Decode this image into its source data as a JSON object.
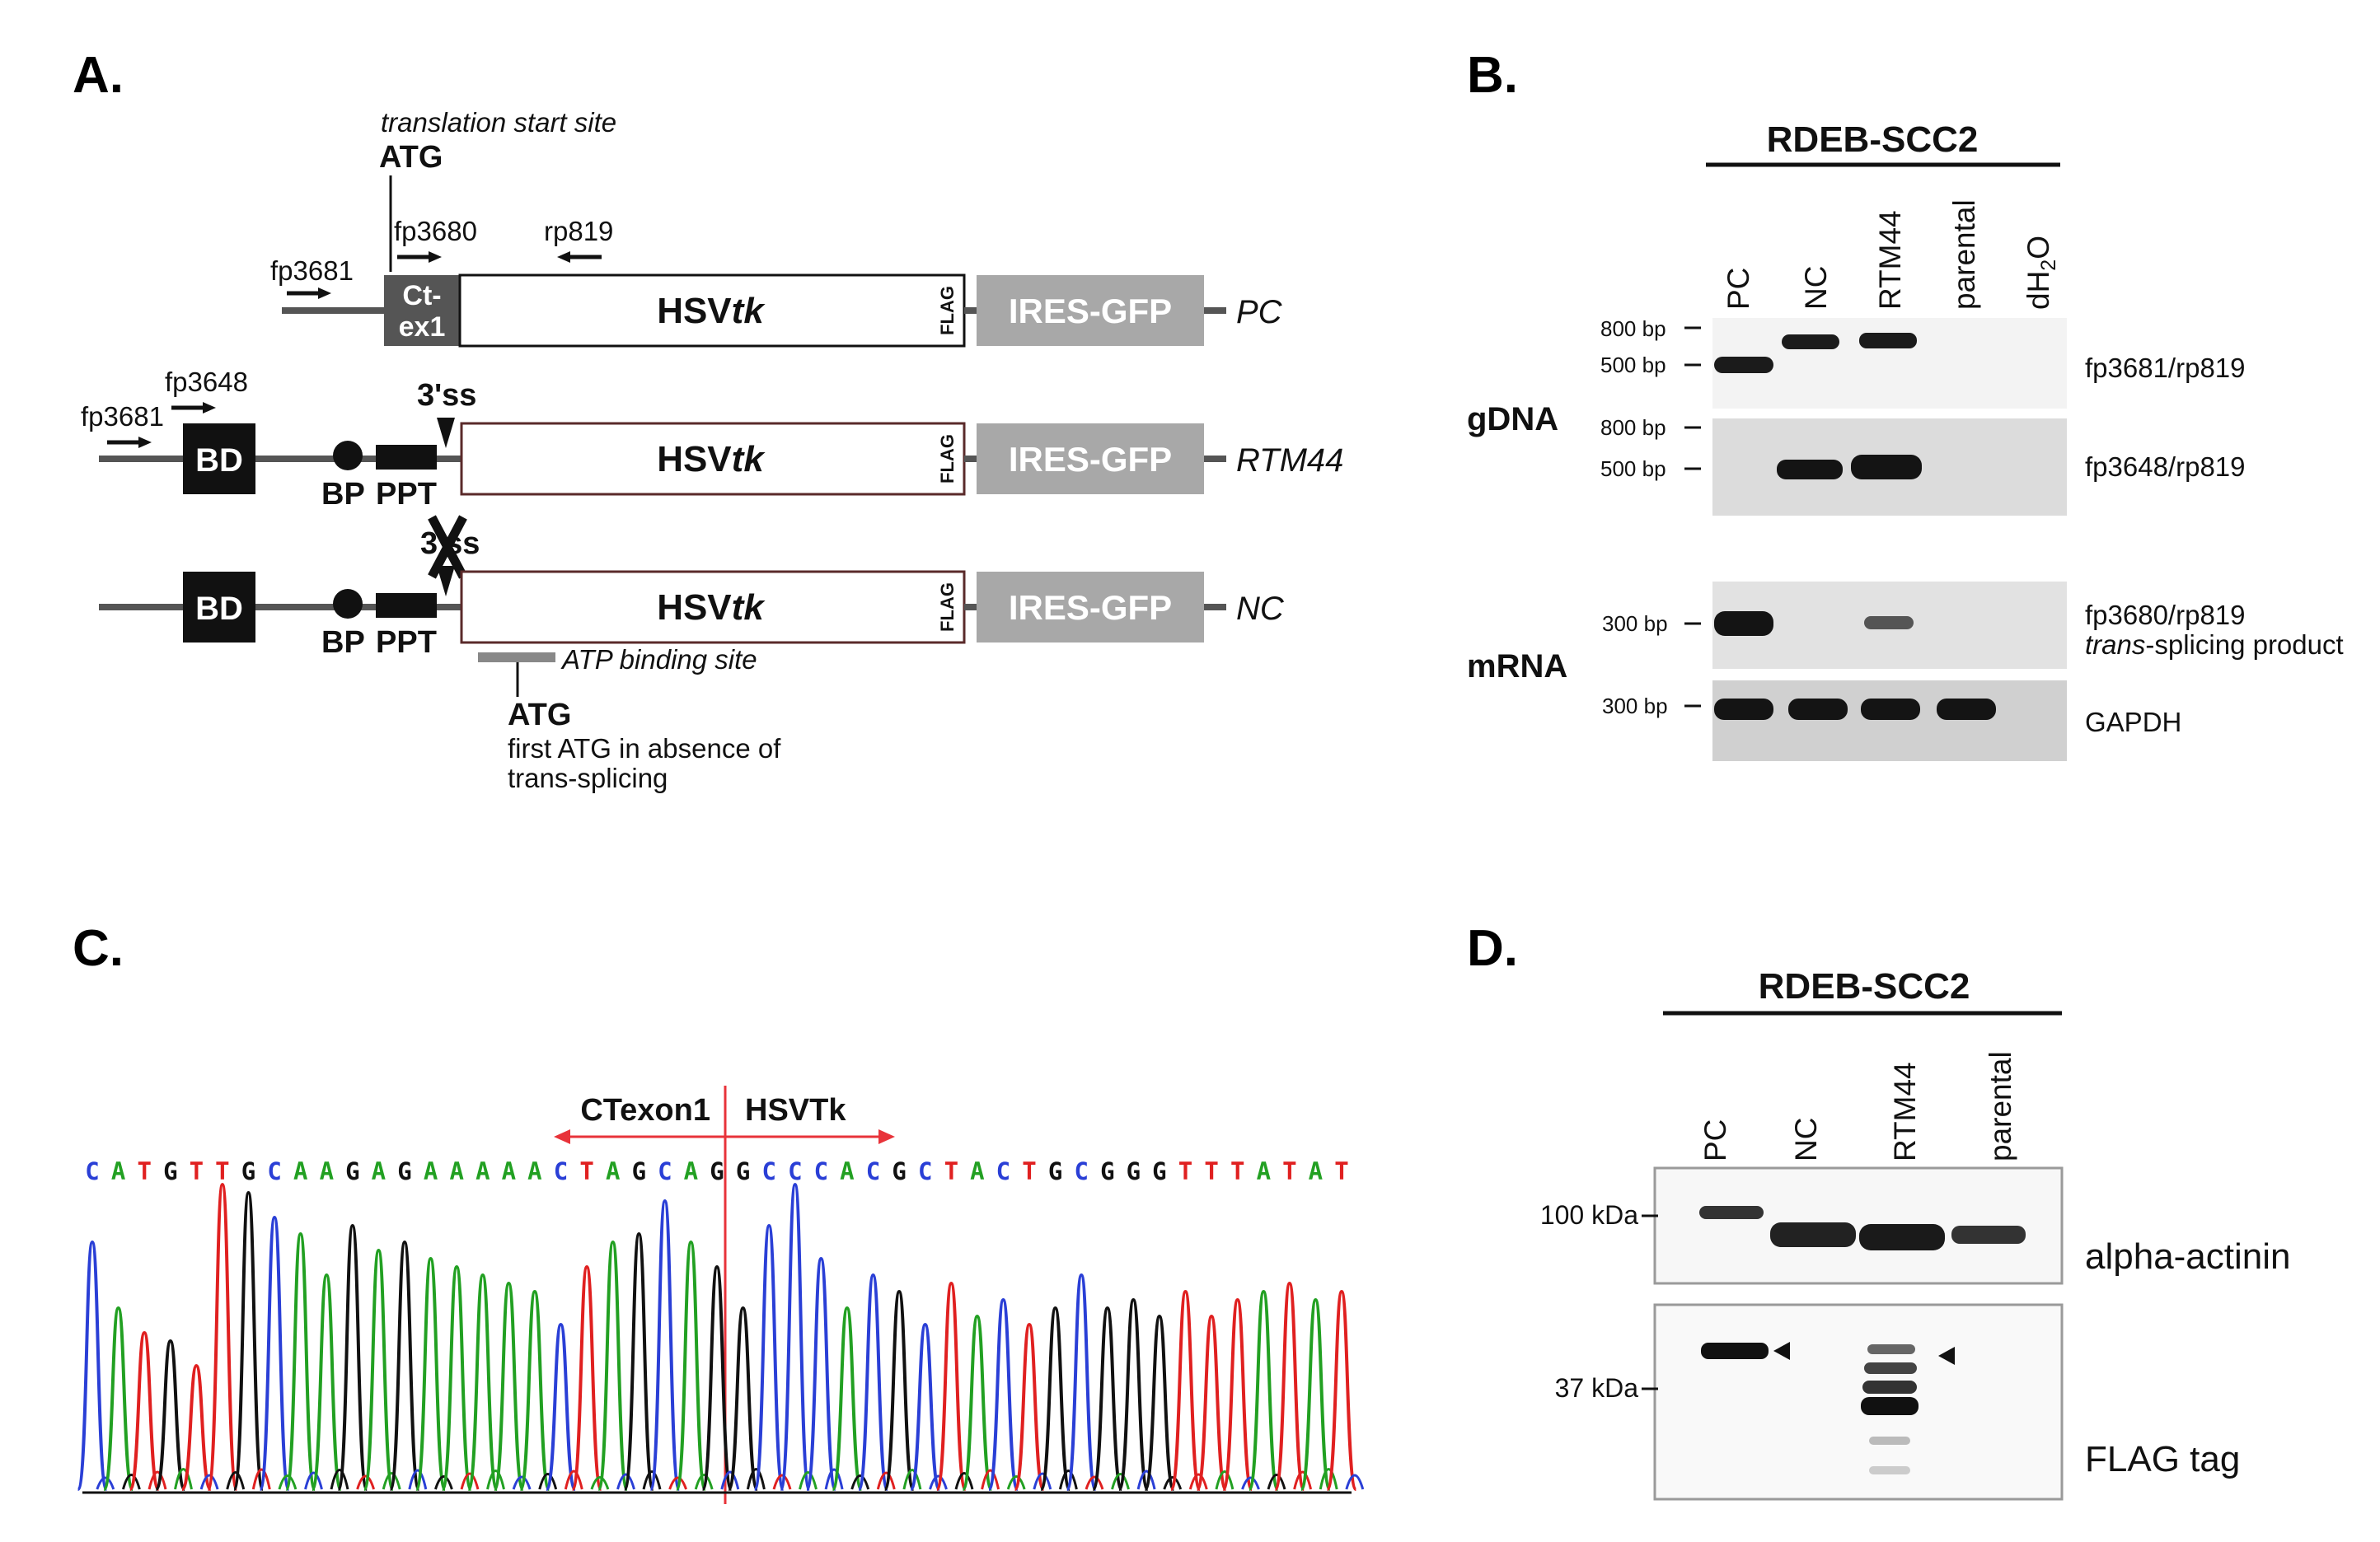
{
  "panels": {
    "A": "A.",
    "B": "B.",
    "C": "C.",
    "D": "D."
  },
  "panelA": {
    "translation_start_site": "translation start site",
    "atg_top": "ATG",
    "fp3681": "fp3681",
    "fp3680": "fp3680",
    "rp819": "rp819",
    "fp3648": "fp3648",
    "ct_ex1_line1": "Ct-",
    "ct_ex1_line2": "ex1",
    "hsv": "HSV",
    "tk": "tk",
    "flag": "FLAG",
    "ires_gfp": "IRES-GFP",
    "pc": "PC",
    "rtm44": "RTM44",
    "nc": "NC",
    "bd": "BD",
    "bp": "BP",
    "ppt": "PPT",
    "ss3": "3'ss",
    "atp_binding": "ATP binding site",
    "atg_bottom": "ATG",
    "first_atg_line1": "first ATG in absence of",
    "first_atg_line2": "trans-splicing"
  },
  "panelB": {
    "title": "RDEB-SCC2",
    "lanes": [
      "PC",
      "NC",
      "RTM44",
      "parental",
      "dH2O"
    ],
    "dh2o_main": "dH",
    "dh2o_sub": "2",
    "dh2o_end": "O",
    "gdna": "gDNA",
    "mrna": "mRNA",
    "m800": "800 bp",
    "m500": "500 bp",
    "m300": "300 bp",
    "primers1": "fp3681/rp819",
    "primers2": "fp3648/rp819",
    "primers3": "fp3680/rp819",
    "product_italic": "trans",
    "product_rest": "-splicing product",
    "gapdh": "GAPDH"
  },
  "panelC": {
    "ctexon1": "CTexon1",
    "hsvtk": "HSVTk",
    "sequence": "CATGTTGCAAGAGAAAAACTAGCAGGCCCACGCTACTGCGGGTTTATAT"
  },
  "panelD": {
    "title": "RDEB-SCC2",
    "lanes": [
      "PC",
      "NC",
      "RTM44",
      "parental"
    ],
    "kda100": "100 kDa",
    "kda37": "37 kDa",
    "alpha_actinin": "alpha-actinin",
    "flag_tag": "FLAG tag"
  },
  "colors": {
    "A": "#22a022",
    "C": "#2a3fd6",
    "G": "#111111",
    "T": "#e02020",
    "splice_line": "#e8333a",
    "grey_box": "#a8a8a8",
    "dark_box": "#555555"
  }
}
